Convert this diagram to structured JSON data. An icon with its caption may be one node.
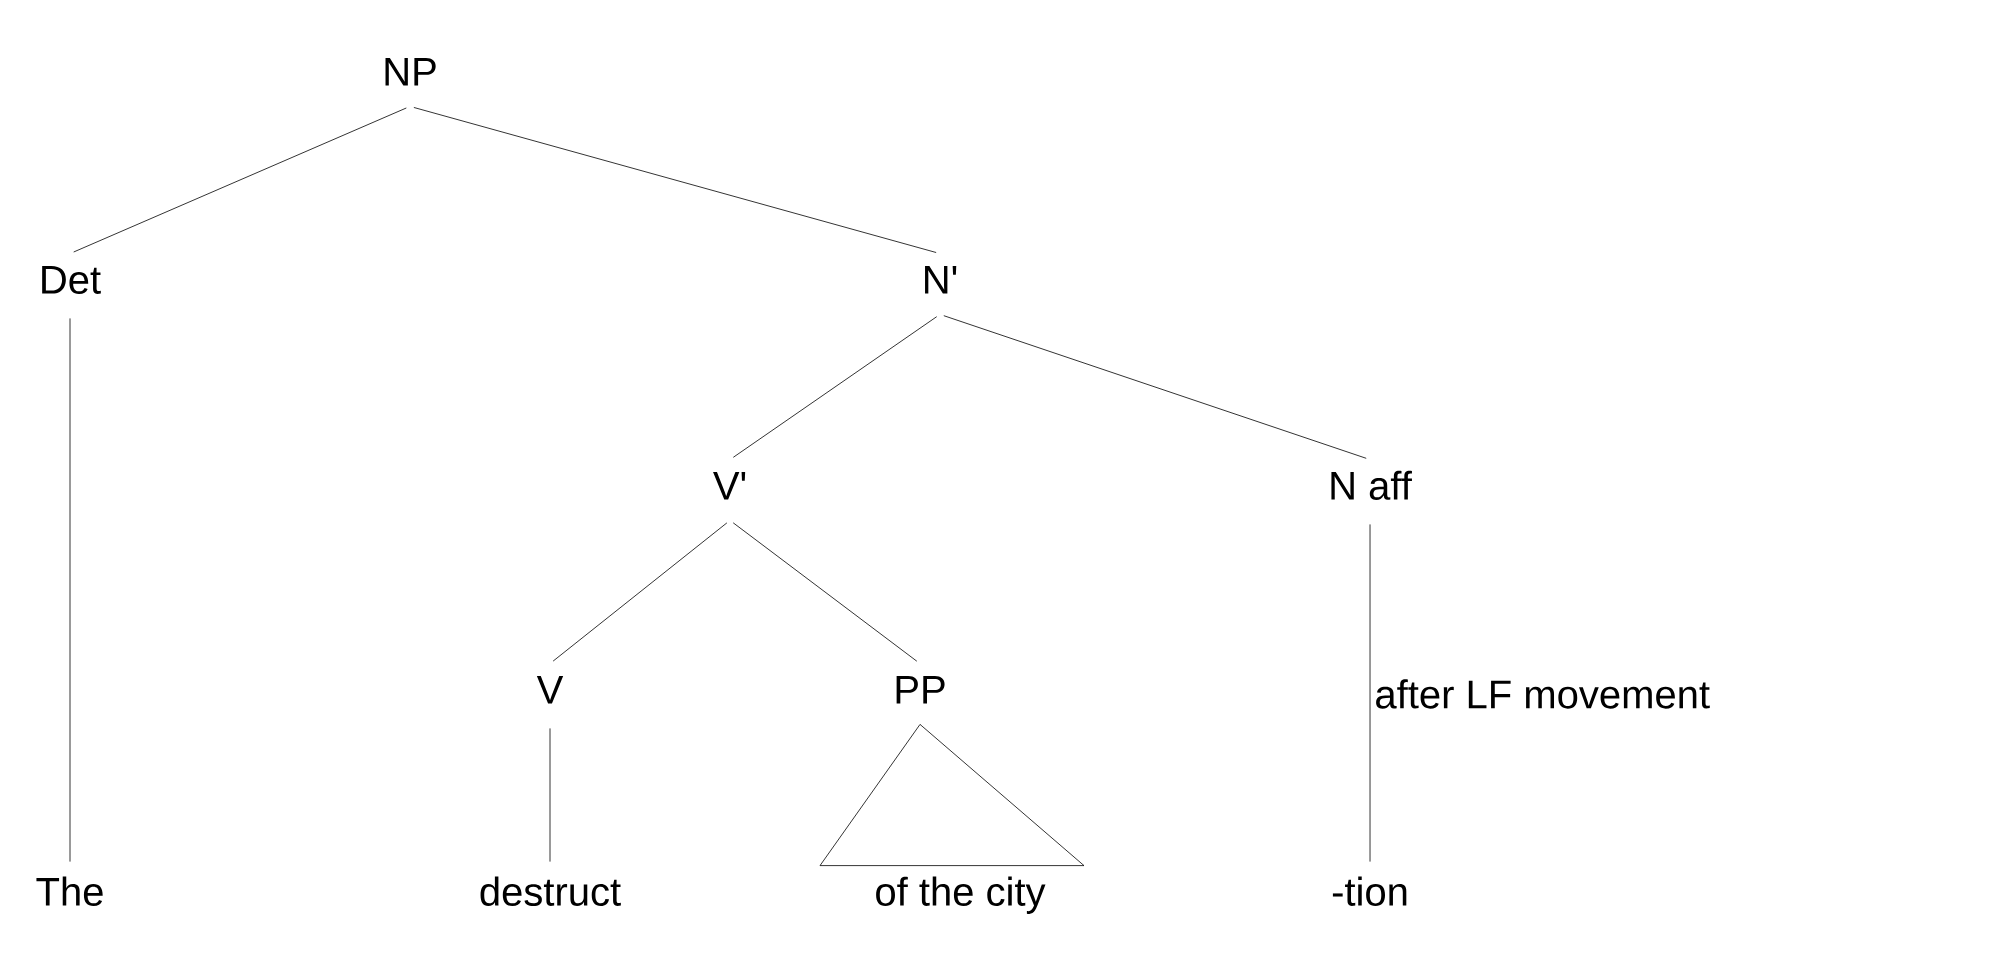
{
  "diagram": {
    "nodes": [
      {
        "text": [
          "NP"
        ]
      },
      {
        "text": [
          "Det"
        ]
      },
      {
        "text": [
          "N'"
        ]
      },
      {
        "text": [
          "V'"
        ]
      },
      {
        "text": [
          "N aff"
        ]
      },
      {
        "text": [
          "V"
        ]
      },
      {
        "text": [
          "PP"
        ]
      },
      {
        "text": [
          "The"
        ]
      },
      {
        "text": [
          "destruct"
        ]
      },
      {
        "text": [
          "of the city"
        ]
      },
      {
        "text": [
          "-tion"
        ]
      }
    ],
    "edges": [
      {
        "from": 0,
        "to": 1,
        "arrow": "none"
      },
      {
        "from": 0,
        "to": 2,
        "arrow": "none"
      },
      {
        "from": 1,
        "to": 7,
        "arrow": "none"
      },
      {
        "from": 2,
        "to": 3,
        "arrow": "none"
      },
      {
        "from": 2,
        "to": 4,
        "arrow": "none"
      },
      {
        "from": 3,
        "to": 5,
        "arrow": "none"
      },
      {
        "from": 3,
        "to": 6,
        "arrow": "none"
      },
      {
        "from": 5,
        "to": 8,
        "arrow": "none"
      },
      {
        "from": 6,
        "to": 9,
        "arrow": "none"
      },
      {
        "from": 4,
        "to": 10,
        "arrow": "none"
      }
    ],
    "labels": [
      "after LF movement"
    ]
  }
}
